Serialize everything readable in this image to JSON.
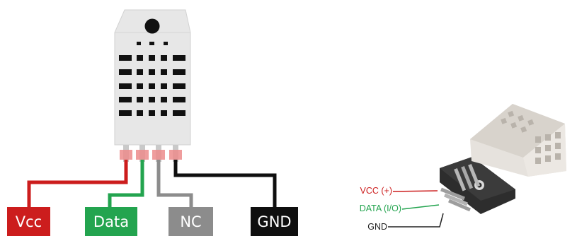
{
  "colors": {
    "vcc": "#cc1d1d",
    "data": "#23a44f",
    "nc": "#8c8c8c",
    "gnd": "#0f0f0f"
  },
  "left_diagram": {
    "pin_labels": [
      "Vcc",
      "Data",
      "NC",
      "GND"
    ]
  },
  "right_module": {
    "pin_labels": [
      "VCC (+)",
      "DATA (I/O)",
      "GND"
    ]
  }
}
